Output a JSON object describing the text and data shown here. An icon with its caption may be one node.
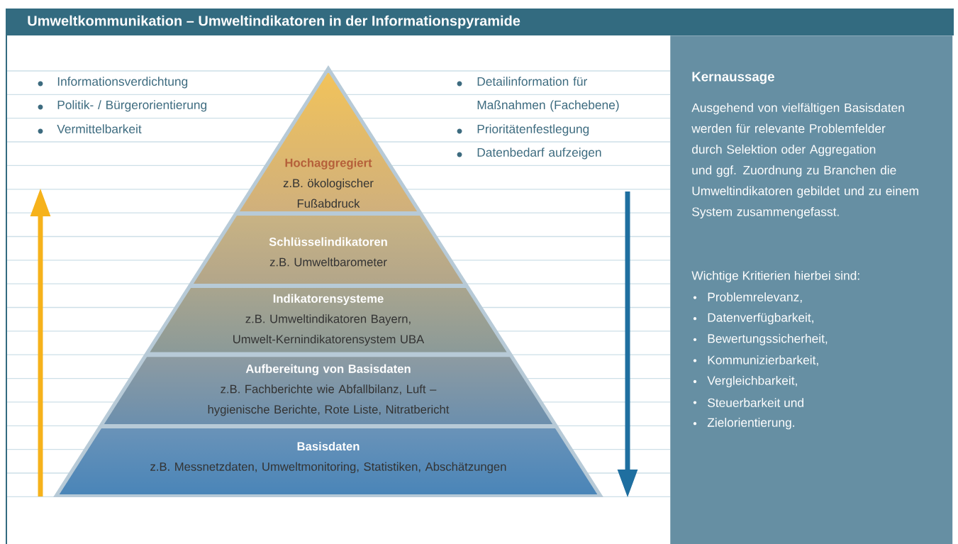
{
  "diagram": {
    "title": "Umweltkommunikation – Umweltindikatoren in der Informationspyramide",
    "nodes": [
      {
        "text": [
          "Hochaggregiert",
          "z.B. ökologischer Fußabdruck"
        ]
      },
      {
        "text": [
          "Schlüsselindikatoren",
          "z.B. Umweltbarometer"
        ]
      },
      {
        "text": [
          "Indikatorensysteme",
          "z.B. Umweltindikatoren Bayern, Umwelt-Kernindikatorensystem UBA"
        ]
      },
      {
        "text": [
          "Aufbereitung von Basisdaten",
          "z.B. Fachberichte wie Abfallbilanz, Luft – hygienische Berichte, Rote Liste, Nitratbericht"
        ]
      },
      {
        "text": [
          "Basisdaten",
          "z.B. Messnetzdaten, Umweltmonitoring, Statistiken, Abschätzungen"
        ]
      },
      {
        "text": [
          "Kernaussage",
          "Ausgehend von vielfältigen Basisdaten werden für relevante Problemfelder durch Selektion oder Aggregation und ggf. Zuordnung zu Branchen die Umweltindikatoren gebildet und zu einem System zusammengefasst.",
          "Wichtige Kritierien hierbei sind:",
          "Problemrelevanz,",
          "Datenverfügbarkeit,",
          "Bewertungssicherheit,",
          "Kommunizierbarkeit,",
          "Vergleichbarkeit,",
          "Steuerbarkeit und",
          "Zielorientierung."
        ]
      }
    ],
    "labels": [
      "Informationsverdichtung",
      "Politik- / Bürgerorientierung",
      "Vermittelbarkeit",
      "Detailinformation für Maßnahmen (Fachebene)",
      "Prioritätenfestlegung",
      "Datenbedarf aufzeigen"
    ]
  }
}
